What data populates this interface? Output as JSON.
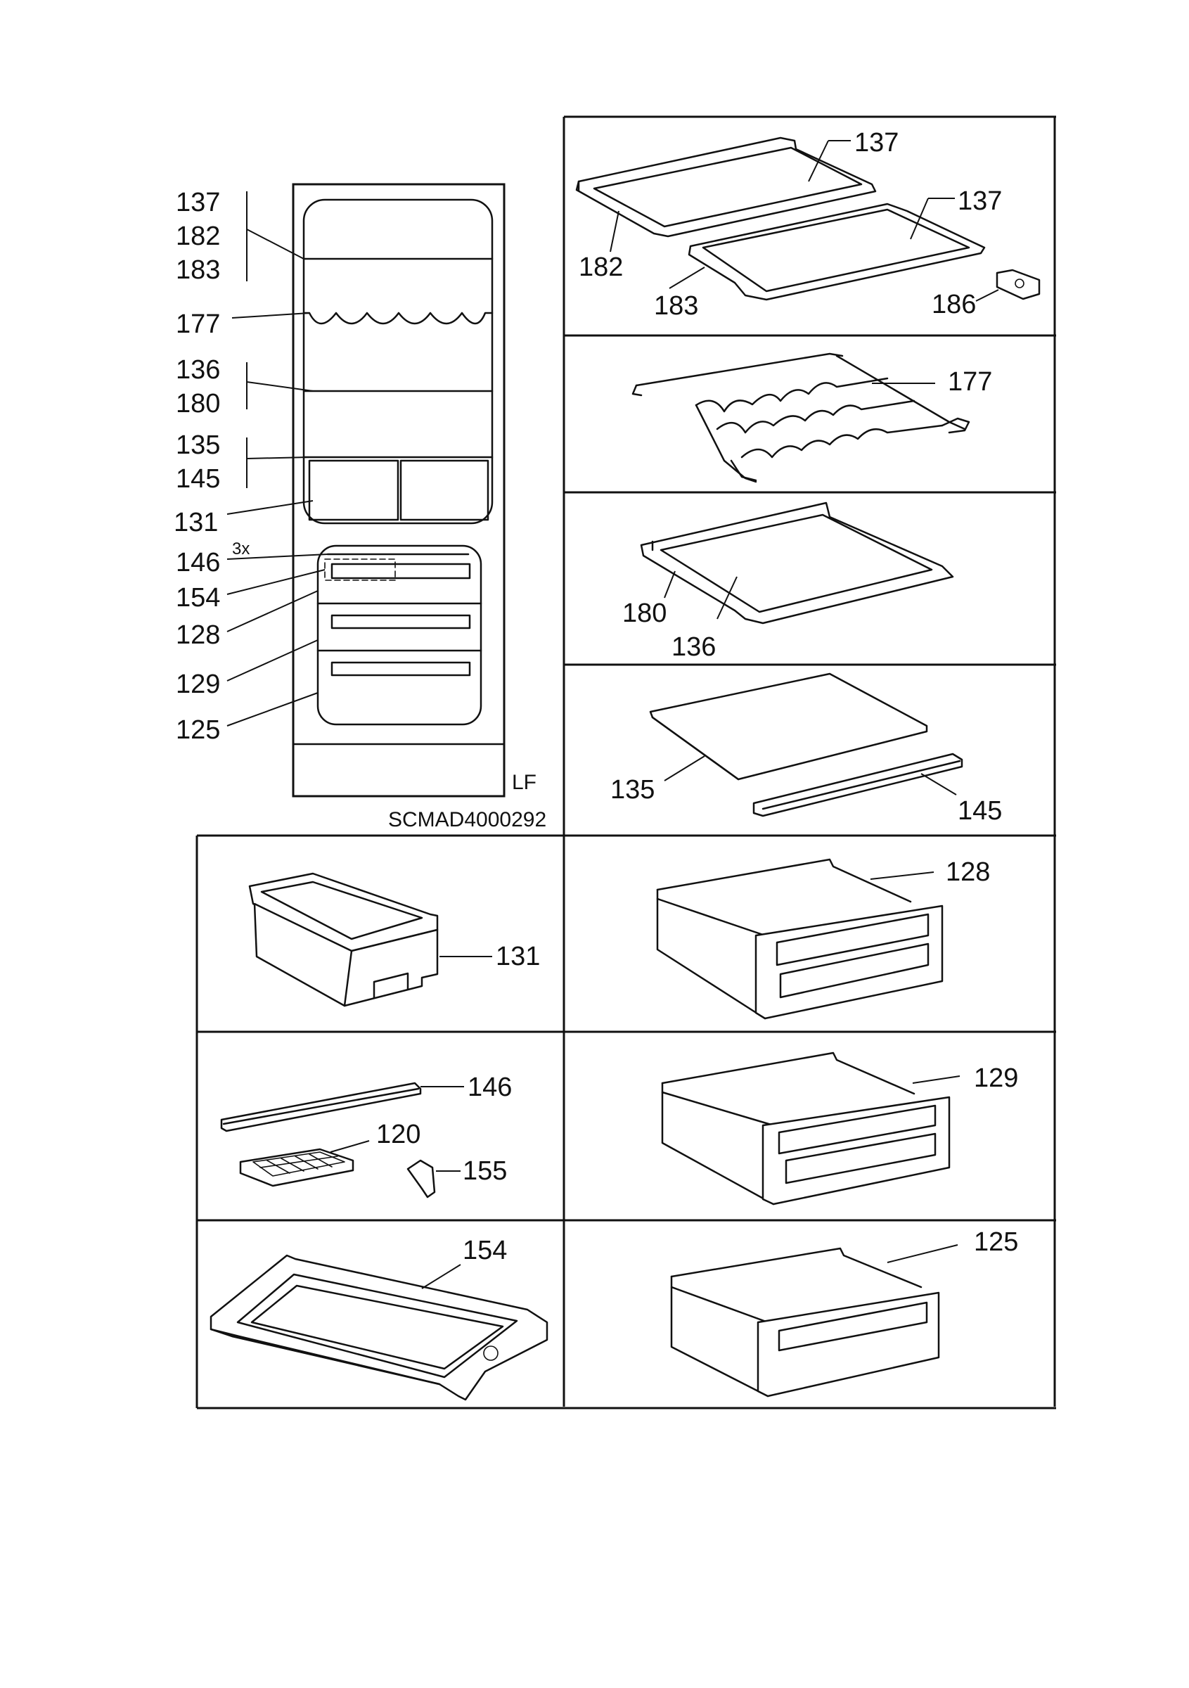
{
  "overview": {
    "labels": [
      "137",
      "182",
      "183",
      "177",
      "136",
      "180",
      "135",
      "145",
      "131",
      "146",
      "154",
      "128",
      "129",
      "125"
    ],
    "multiplier": "3x",
    "side": "LF",
    "code": "SCMAD4000292"
  },
  "panels": {
    "shelves_top": {
      "labels": [
        "137",
        "137",
        "182",
        "183",
        "186"
      ]
    },
    "wine_rack": {
      "label": "177"
    },
    "shelf_136": {
      "labels": [
        "180",
        "136"
      ]
    },
    "shelf_135": {
      "labels": [
        "135",
        "145"
      ]
    },
    "box_131": {
      "label": "131"
    },
    "drawer_128": {
      "label": "128"
    },
    "accessories": {
      "labels": [
        "146",
        "120",
        "155"
      ]
    },
    "drawer_129": {
      "label": "129"
    },
    "tray_154": {
      "label": "154"
    },
    "drawer_125": {
      "label": "125"
    }
  }
}
